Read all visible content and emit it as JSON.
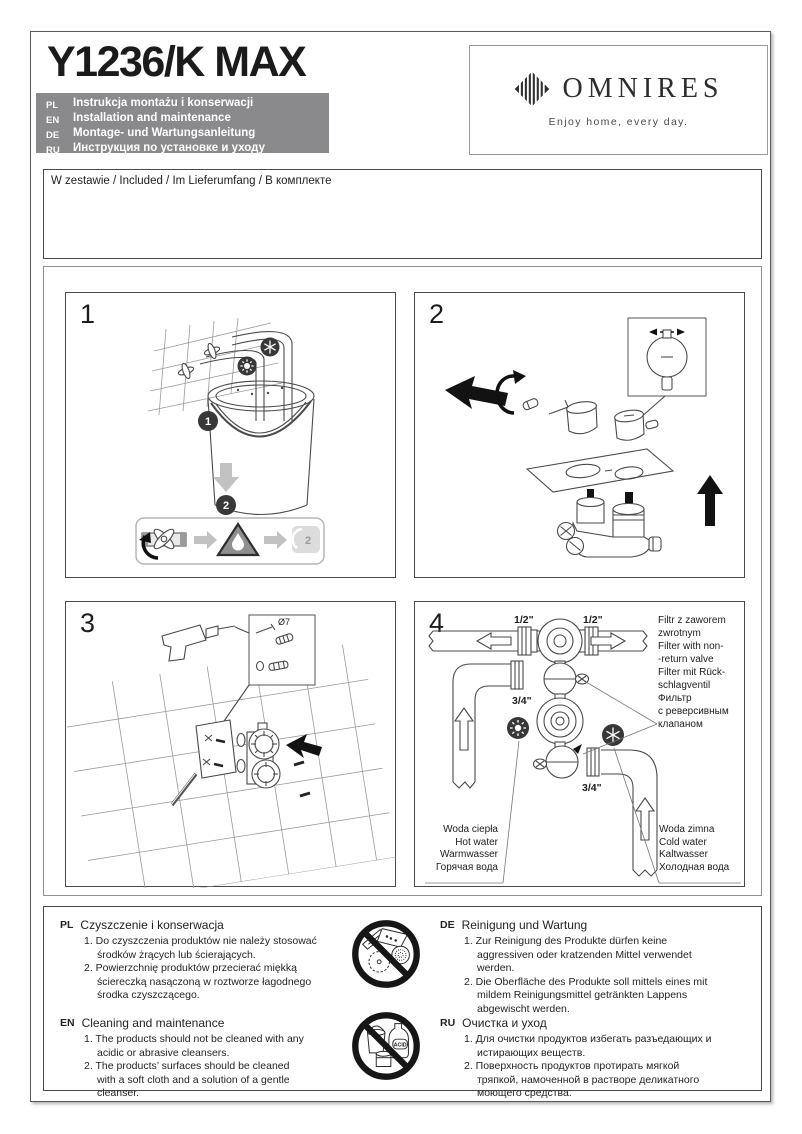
{
  "page": {
    "title": "Y1236/K MAX"
  },
  "languages": [
    {
      "code": "PL",
      "label": "Instrukcja montażu i konserwacji"
    },
    {
      "code": "EN",
      "label": "Installation and maintenance"
    },
    {
      "code": "DE",
      "label": "Montage- und Wartungsanleitung"
    },
    {
      "code": "RU",
      "label": "Инструкция по установке и уходу"
    }
  ],
  "brand": {
    "name": "OMNIRES",
    "tagline": "Enjoy home, every day."
  },
  "included_label": "W zestawie / Included / Im Lieferumfang / В комплекте",
  "steps": {
    "step1": {
      "number": "1",
      "marker1": "1",
      "marker2": "2",
      "sequence_badge": "2"
    },
    "step2": {
      "number": "2"
    },
    "step3": {
      "number": "3",
      "hole_label": "Ø7"
    },
    "step4": {
      "number": "4",
      "size_top_left": "1/2\"",
      "size_top_right": "1/2\"",
      "size_mid_left": "3/4\"",
      "size_bottom_right": "3/4\"",
      "filter_label": "Filtr z zaworem\nzwrotnym\nFilter with non-\n-return valve\nFilter mit Rück-\nschlagventil\nФильтр\nс реверсивным\nклапаном",
      "hot_water": "Woda ciepła\nHot water\nWarmwasser\nГорячая вода",
      "cold_water": "Woda zimna\nCold water\nKaltwasser\nХолодная вода"
    }
  },
  "maintenance": {
    "pl": {
      "code": "PL",
      "title": "Czyszczenie i konserwacja",
      "item1": "1. Do czyszczenia produktów nie należy stosować środków żrących lub ścierających.",
      "item2": "2. Powierzchnię produktów przecierać miękką ściereczką nasączoną w roztworze łagodnego środka czyszczącego."
    },
    "en": {
      "code": "EN",
      "title": "Cleaning and maintenance",
      "item1": "1. The products should not be cleaned with any acidic or abrasive cleansers.",
      "item2": "2. The products’ surfaces should be cleaned with a soft cloth and a solution of a gentle cleanser."
    },
    "de": {
      "code": "DE",
      "title": "Reinigung und Wartung",
      "item1": "1. Zur Reinigung des Produkte dürfen keine aggressiven oder kratzenden Mittel verwendet werden.",
      "item2": "2. Die Oberfläche des Produkte soll mittels eines mit mildem Reinigungsmittel getränkten Lappens abgewischt werden."
    },
    "ru": {
      "code": "RU",
      "title": "Очистка и уход",
      "item1": "1. Для очистки продуктов избегать разъедающих и истирающих веществ.",
      "item2": "2. Поверхность продуктов протирать мягкой тряпкой, намоченной в растворе деликатного моющего средства."
    },
    "acid_label": "ACID"
  },
  "colors": {
    "header_bar": "#8a8a8c",
    "ink": "#232323",
    "badge_dark": "#383838"
  }
}
